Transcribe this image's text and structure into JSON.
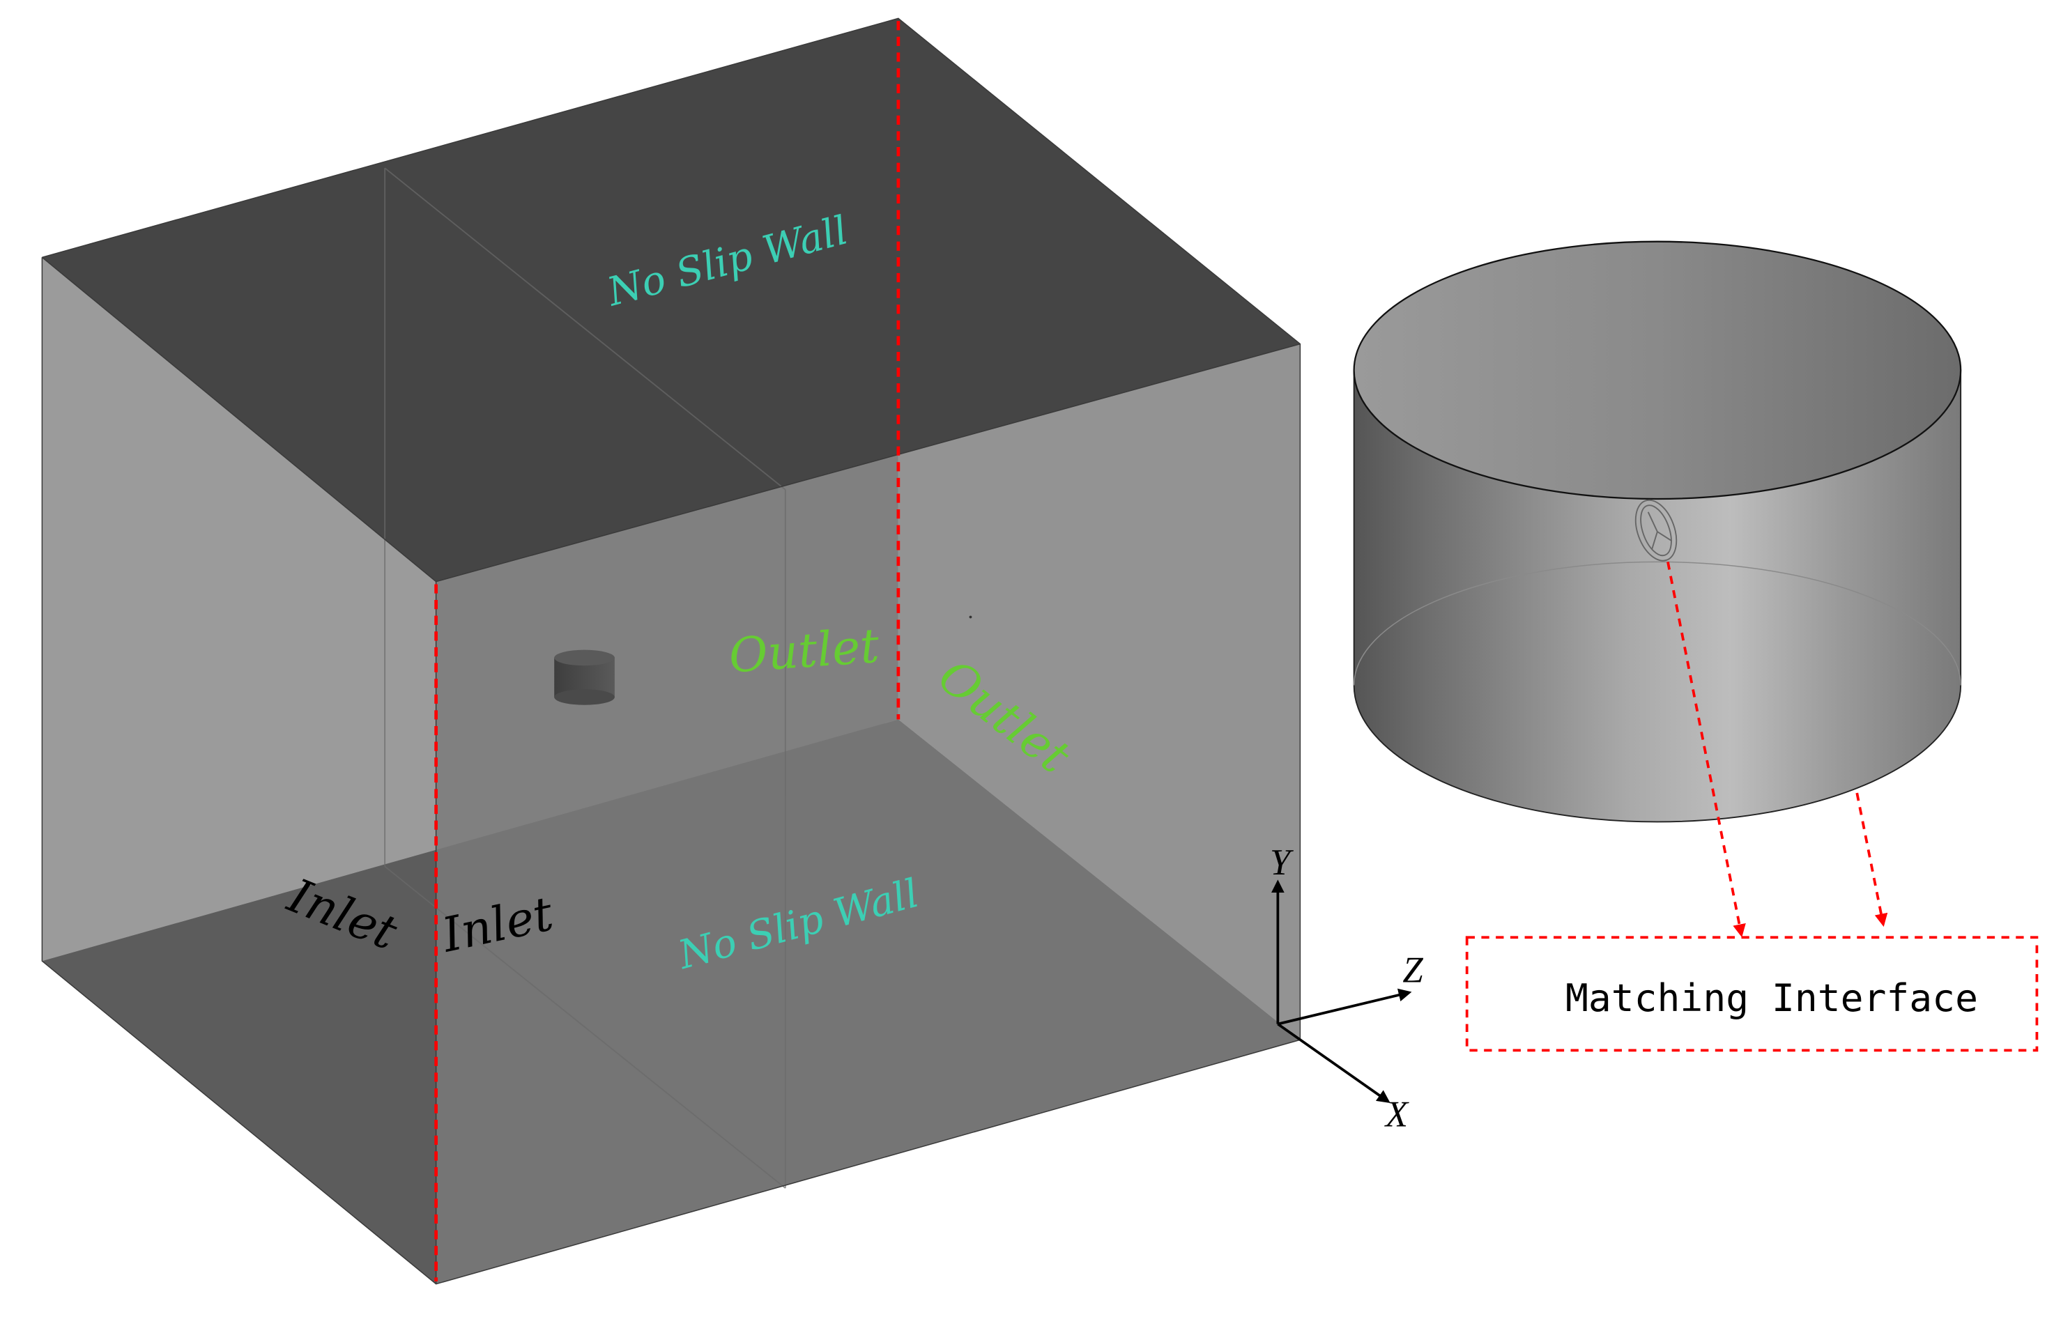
{
  "labels": {
    "top_wall": "No Slip Wall",
    "bottom_wall": "No Slip Wall",
    "outlet_front": "Outlet",
    "outlet_side": "Outlet",
    "inlet_side": "Inlet",
    "inlet_front": "Inlet",
    "matching_interface": "Matching Interface"
  },
  "axes": {
    "y": "Y",
    "z": "Z",
    "x": "X"
  },
  "colors": {
    "wall_label": "#3ccfb4",
    "outlet_label": "#66cc33",
    "inlet_label": "#000000",
    "dashed_line": "#ff0000",
    "box_dark": "#454545",
    "box_mid": "#7a7a7a",
    "box_light": "#9d9d9d"
  }
}
